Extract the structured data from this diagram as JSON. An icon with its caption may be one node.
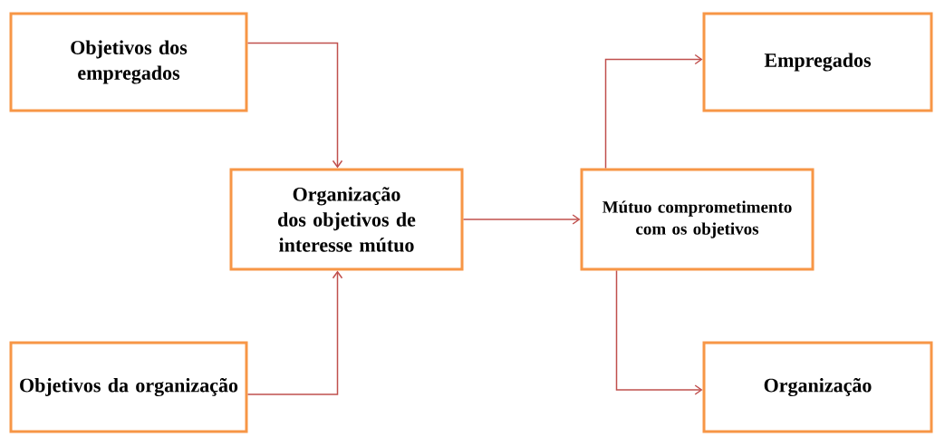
{
  "diagram": {
    "nodes": [
      {
        "text": [
          "Objetivos dos empregados"
        ]
      },
      {
        "text": [
          "Organização dos objetivos de interesse mútuo"
        ]
      },
      {
        "text": [
          "Objetivos da organização"
        ]
      },
      {
        "text": [
          "Mútuo comprometimento com os objetivos"
        ]
      },
      {
        "text": [
          "Empregados"
        ]
      },
      {
        "text": [
          "Organização"
        ]
      }
    ],
    "edges": [
      {
        "from": 0,
        "to": 1,
        "arrow": "to"
      },
      {
        "from": 2,
        "to": 1,
        "arrow": "to"
      },
      {
        "from": 1,
        "to": 3,
        "arrow": "to"
      },
      {
        "from": 3,
        "to": 4,
        "arrow": "to"
      },
      {
        "from": 3,
        "to": 5,
        "arrow": "to"
      }
    ]
  }
}
